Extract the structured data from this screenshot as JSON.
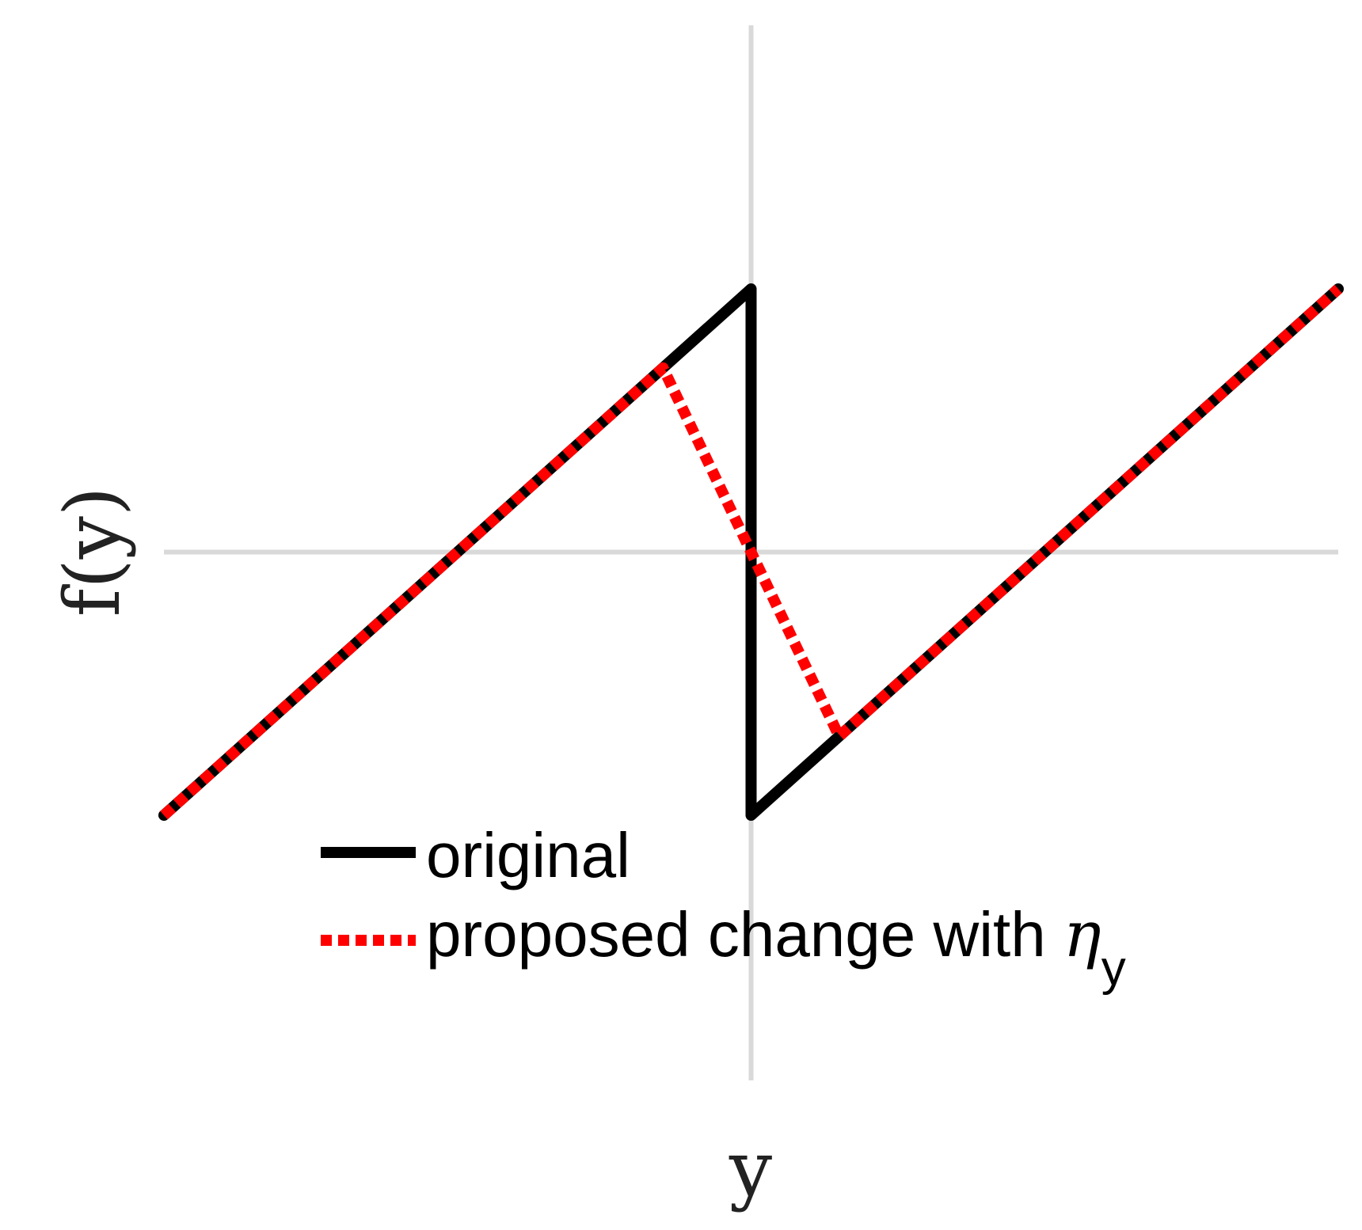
{
  "chart_data": {
    "type": "line",
    "xlabel": "y",
    "ylabel": "f(y)",
    "xlim": [
      -1.0,
      1.0
    ],
    "ylim": [
      -1.0,
      1.0
    ],
    "reference_lines": {
      "x_zero": true,
      "y_zero": true,
      "color": "#d9d9d9"
    },
    "grid": false,
    "legend_position": "bottom-center",
    "series": [
      {
        "name": "original",
        "style": "solid",
        "color": "#000000",
        "x": [
          -1.0,
          0.0,
          0.0,
          0.0,
          1.0
        ],
        "y": [
          -0.5,
          0.5,
          0.5,
          -0.5,
          0.5
        ]
      },
      {
        "name": "proposed change with",
        "name_symbol": "η",
        "name_subscript": "y",
        "style": "dotted",
        "color": "#ff0000",
        "x": [
          -1.0,
          -0.15,
          0.15,
          1.0
        ],
        "y": [
          -0.5,
          0.35,
          -0.35,
          0.5
        ]
      }
    ]
  }
}
